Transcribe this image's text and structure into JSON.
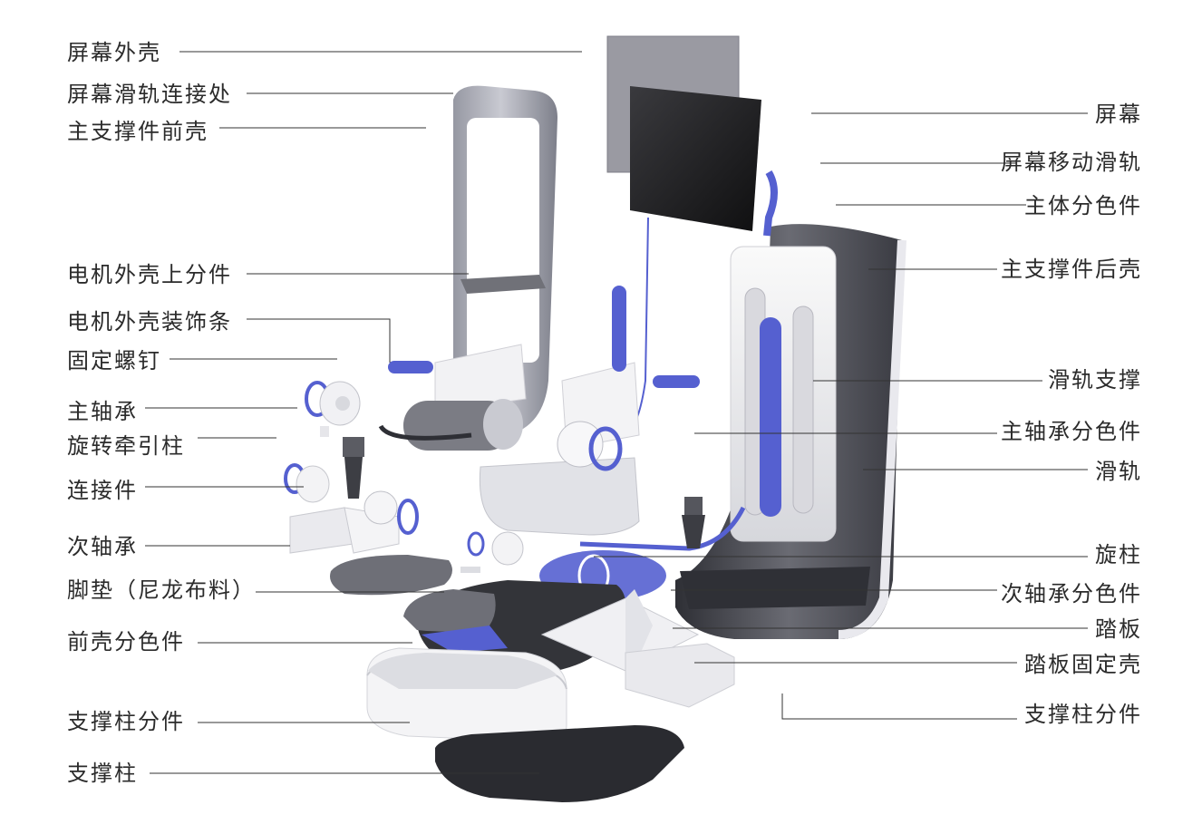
{
  "labels_left": [
    "屏幕外壳",
    "屏幕滑轨连接处",
    "主支撑件前壳",
    "电机外壳上分件",
    "电机外壳装饰条",
    "固定螺钉",
    "主轴承",
    "旋转牵引柱",
    "连接件",
    "次轴承",
    "脚垫（尼龙布料）",
    "前壳分色件",
    "支撑柱分件",
    "支撑柱"
  ],
  "labels_right": [
    "屏幕",
    "屏幕移动滑轨",
    "主体分色件",
    "主支撑件后壳",
    "滑轨支撑",
    "主轴承分色件",
    "滑轨",
    "旋柱",
    "次轴承分色件",
    "踏板",
    "踏板固定壳",
    "支撑柱分件"
  ],
  "colors": {
    "accent_blue": "#5560d0",
    "shell_white": "#ececee",
    "dark_grey": "#4a4b52",
    "screen_black": "#1c1c1e",
    "leader_line": "#333333"
  }
}
